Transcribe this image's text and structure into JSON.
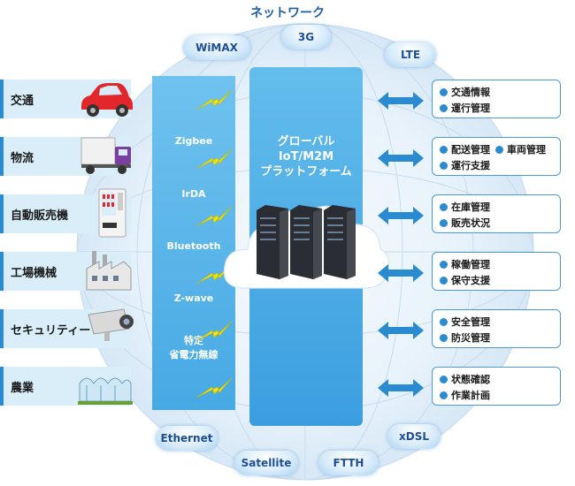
{
  "network_title": "ネットワーク",
  "networks_top": [
    "WiMAX",
    "3G",
    "LTE"
  ],
  "networks_bottom": [
    "Ethernet",
    "Satellite",
    "FTTH",
    "xDSL"
  ],
  "devices": [
    "交通",
    "物流",
    "自動販売機",
    "工場機械",
    "セキュリティー",
    "農業"
  ],
  "device_icons": [
    "car-icon",
    "truck-icon",
    "vending-machine-icon",
    "factory-icon",
    "security-camera-icon",
    "greenhouse-icon"
  ],
  "protocols": [
    "Zigbee",
    "IrDA",
    "Bluetooth",
    "Z-wave",
    "特定",
    "省電力無線"
  ],
  "platform": {
    "title_line1": "グローバル",
    "title_line2": "IoT/M2M",
    "title_line3": "プラットフォーム"
  },
  "services": [
    [
      "交通情報",
      "運行管理"
    ],
    [
      "配送管理",
      "車両管理",
      "運行支援"
    ],
    [
      "在庫管理",
      "販売状況"
    ],
    [
      "稼働管理",
      "保守支援"
    ],
    [
      "安全管理",
      "防災管理"
    ],
    [
      "状態確認",
      "作業計画"
    ]
  ],
  "colors": {
    "accent": "#2a8bd1",
    "label_bg": "#d9eef9",
    "bolt": "#f2e600"
  }
}
